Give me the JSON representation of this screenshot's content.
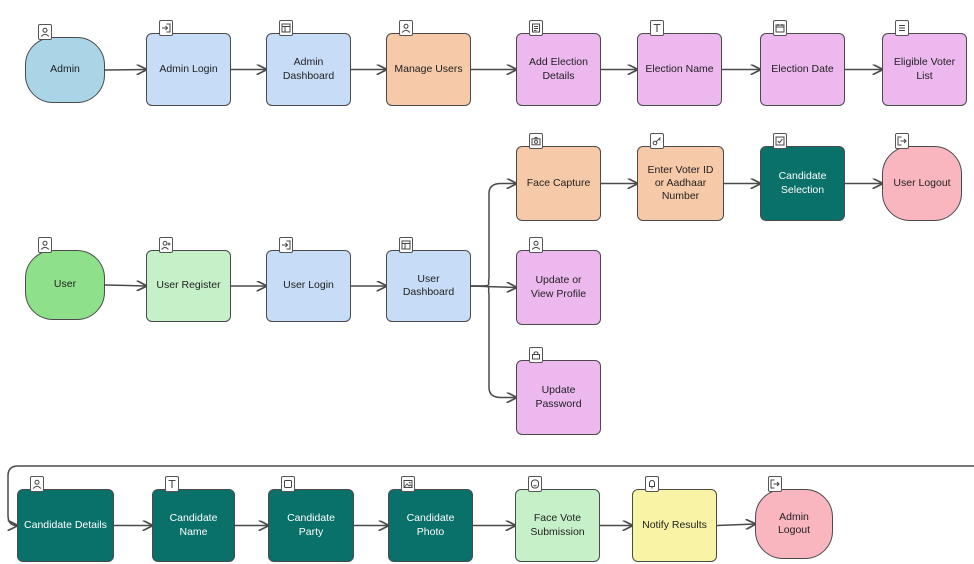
{
  "colors": {
    "admin_start": "#a9d5e6",
    "login_blue": "#c6dcf7",
    "peach": "#f6c9a8",
    "violet": "#ecb8ee",
    "mint": "#c6f0c8",
    "green_start": "#8fe08a",
    "teal": "#0a706a",
    "pink_end": "#f9b6bf",
    "yellow": "#f9f3a6",
    "stroke": "#4a4a4a"
  },
  "nodes": [
    {
      "id": "admin",
      "label": "Admin",
      "icon": "user-icon",
      "fill": "#a9d5e6",
      "shape": "round",
      "dark": false
    },
    {
      "id": "admin-login",
      "label": "Admin Login",
      "icon": "login-icon",
      "fill": "#c6dcf7",
      "shape": "rect",
      "dark": false
    },
    {
      "id": "admin-dashboard",
      "label": "Admin Dashboard",
      "icon": "dashboard-icon",
      "fill": "#c6dcf7",
      "shape": "rect",
      "dark": false
    },
    {
      "id": "manage-users",
      "label": "Manage Users",
      "icon": "users-icon",
      "fill": "#f6c9a8",
      "shape": "rect",
      "dark": false
    },
    {
      "id": "add-election-details",
      "label": "Add Election Details",
      "icon": "form-icon",
      "fill": "#ecb8ee",
      "shape": "rect",
      "dark": false
    },
    {
      "id": "election-name",
      "label": "Election Name",
      "icon": "text-icon",
      "fill": "#ecb8ee",
      "shape": "rect",
      "dark": false
    },
    {
      "id": "election-date",
      "label": "Election Date",
      "icon": "calendar-icon",
      "fill": "#ecb8ee",
      "shape": "rect",
      "dark": false
    },
    {
      "id": "eligible-voter-list",
      "label": "Eligible Voter List",
      "icon": "list-icon",
      "fill": "#ecb8ee",
      "shape": "rect",
      "dark": false
    },
    {
      "id": "face-capture",
      "label": "Face Capture",
      "icon": "camera-icon",
      "fill": "#f6c9a8",
      "shape": "rect",
      "dark": false
    },
    {
      "id": "enter-voter-id",
      "label": "Enter Voter ID or Aadhaar Number",
      "icon": "key-icon",
      "fill": "#f6c9a8",
      "shape": "rect",
      "dark": false
    },
    {
      "id": "candidate-selection",
      "label": "Candidate Selection",
      "icon": "checkbox-icon",
      "fill": "#0a706a",
      "shape": "rect",
      "dark": true
    },
    {
      "id": "user-logout",
      "label": "User Logout",
      "icon": "logout-icon",
      "fill": "#f9b6bf",
      "shape": "round",
      "dark": false
    },
    {
      "id": "user",
      "label": "User",
      "icon": "user-icon",
      "fill": "#8fe08a",
      "shape": "round",
      "dark": false
    },
    {
      "id": "user-register",
      "label": "User Register",
      "icon": "user-add-icon",
      "fill": "#c6f0c8",
      "shape": "rect",
      "dark": false
    },
    {
      "id": "user-login",
      "label": "User Login",
      "icon": "login-icon",
      "fill": "#c6dcf7",
      "shape": "rect",
      "dark": false
    },
    {
      "id": "user-dashboard",
      "label": "User Dashboard",
      "icon": "dashboard-icon",
      "fill": "#c6dcf7",
      "shape": "rect",
      "dark": false
    },
    {
      "id": "update-view-profile",
      "label": "Update or View Profile",
      "icon": "user-icon",
      "fill": "#ecb8ee",
      "shape": "rect",
      "dark": false
    },
    {
      "id": "update-password",
      "label": "Update Password",
      "icon": "lock-icon",
      "fill": "#ecb8ee",
      "shape": "rect",
      "dark": false
    },
    {
      "id": "candidate-details",
      "label": "Candidate Details",
      "icon": "user-icon",
      "fill": "#0a706a",
      "shape": "rect",
      "dark": true
    },
    {
      "id": "candidate-name",
      "label": "Candidate Name",
      "icon": "text-icon",
      "fill": "#0a706a",
      "shape": "rect",
      "dark": true
    },
    {
      "id": "candidate-party",
      "label": "Candidate Party",
      "icon": "flag-icon",
      "fill": "#0a706a",
      "shape": "rect",
      "dark": true
    },
    {
      "id": "candidate-photo",
      "label": "Candidate Photo",
      "icon": "image-icon",
      "fill": "#0a706a",
      "shape": "rect",
      "dark": true
    },
    {
      "id": "face-vote-submission",
      "label": "Face Vote Submission",
      "icon": "face-icon",
      "fill": "#c6f0c8",
      "shape": "rect",
      "dark": false
    },
    {
      "id": "notify-results",
      "label": "Notify Results",
      "icon": "bell-icon",
      "fill": "#f9f3a6",
      "shape": "rect",
      "dark": false
    },
    {
      "id": "admin-logout",
      "label": "Admin Logout",
      "icon": "logout-icon",
      "fill": "#f9b6bf",
      "shape": "round",
      "dark": false
    }
  ],
  "edges": [
    [
      "admin",
      "admin-login"
    ],
    [
      "admin-login",
      "admin-dashboard"
    ],
    [
      "admin-dashboard",
      "manage-users"
    ],
    [
      "manage-users",
      "add-election-details"
    ],
    [
      "add-election-details",
      "election-name"
    ],
    [
      "election-name",
      "election-date"
    ],
    [
      "election-date",
      "eligible-voter-list"
    ],
    [
      "face-capture",
      "enter-voter-id"
    ],
    [
      "enter-voter-id",
      "candidate-selection"
    ],
    [
      "candidate-selection",
      "user-logout"
    ],
    [
      "user",
      "user-register"
    ],
    [
      "user-register",
      "user-login"
    ],
    [
      "user-login",
      "user-dashboard"
    ],
    [
      "user-dashboard",
      "face-capture"
    ],
    [
      "user-dashboard",
      "update-view-profile"
    ],
    [
      "user-dashboard",
      "update-password"
    ],
    [
      "eligible-voter-list",
      "candidate-details"
    ],
    [
      "candidate-details",
      "candidate-name"
    ],
    [
      "candidate-name",
      "candidate-party"
    ],
    [
      "candidate-party",
      "candidate-photo"
    ],
    [
      "candidate-photo",
      "face-vote-submission"
    ],
    [
      "face-vote-submission",
      "notify-results"
    ],
    [
      "notify-results",
      "admin-logout"
    ]
  ]
}
